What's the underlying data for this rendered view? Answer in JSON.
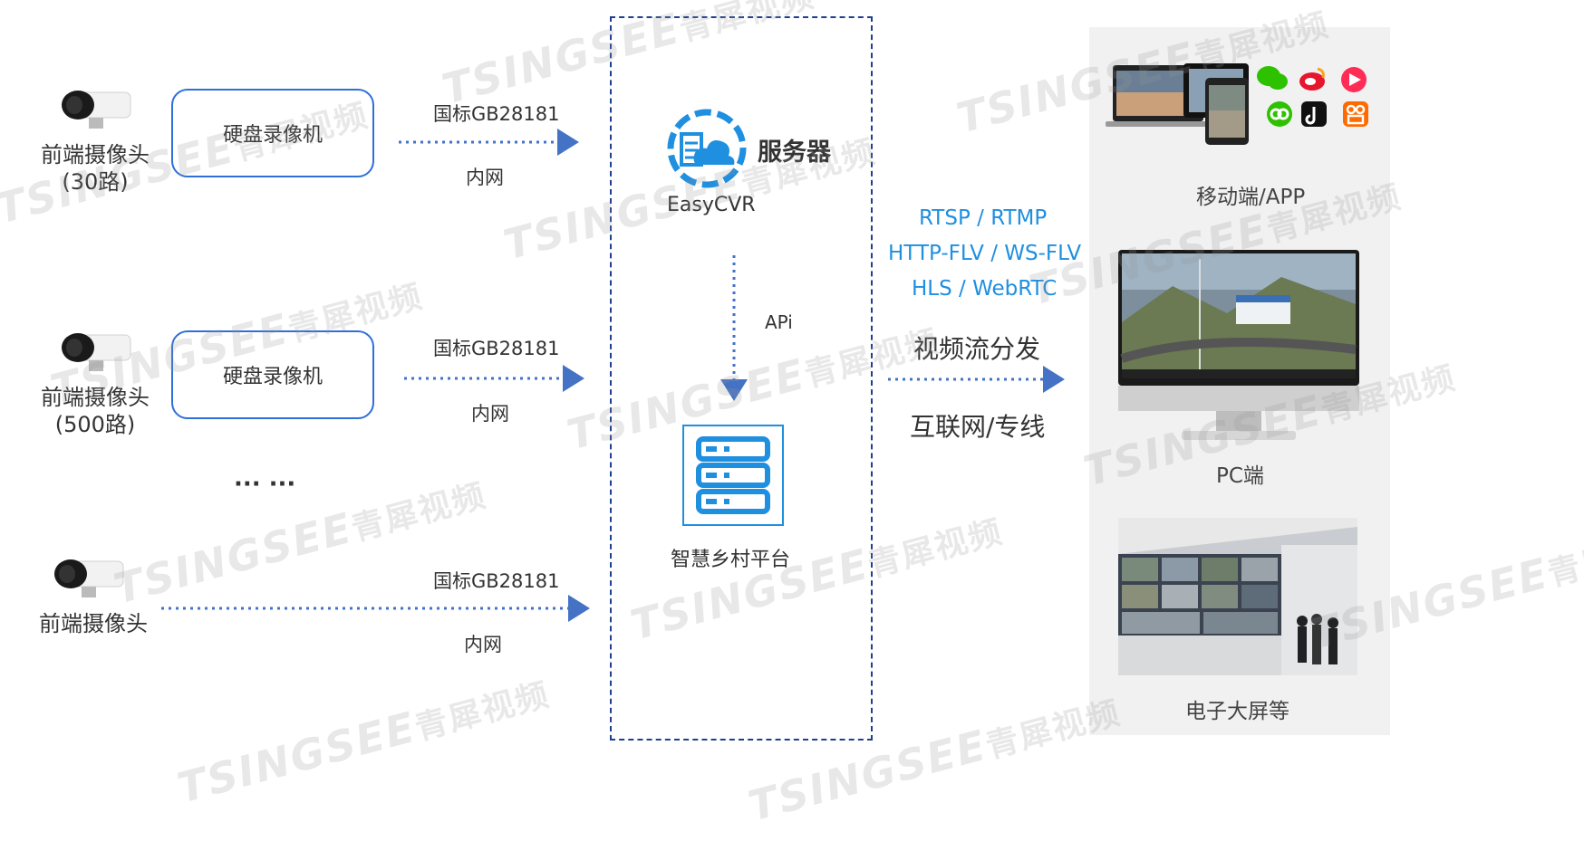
{
  "cameras": [
    {
      "label_line1": "前端摄像头",
      "label_line2": "(30路)"
    },
    {
      "label_line1": "前端摄像头",
      "label_line2": "(500路)"
    },
    {
      "label_line1": "前端摄像头",
      "label_line2": ""
    }
  ],
  "nvr": {
    "label": "硬盘录像机"
  },
  "ellipsis": "··· ···",
  "links": {
    "protocol": "国标GB28181",
    "network": "内网"
  },
  "server": {
    "title": "服务器",
    "name": "EasyCVR"
  },
  "api_label": "APi",
  "platform": {
    "name": "智慧乡村平台"
  },
  "protocols": [
    "RTSP / RTMP",
    "HTTP-FLV / WS-FLV",
    "HLS / WebRTC"
  ],
  "distribution": {
    "label": "视频流分发",
    "channel": "互联网/专线"
  },
  "destinations": {
    "mobile": "移动端/APP",
    "pc": "PC端",
    "screen": "电子大屏等"
  },
  "watermark": {
    "brand": "TSINGSEE",
    "cn": "青犀视频"
  },
  "colors": {
    "accent_blue": "#1f8fe0",
    "arrow_blue": "#4472c4",
    "box_border": "#2e6fd8",
    "dashed_border": "#1f3f8f"
  }
}
